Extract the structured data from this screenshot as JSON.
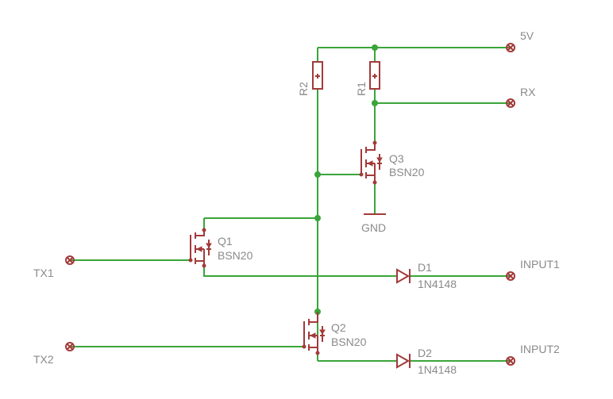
{
  "colors": {
    "background": "#ffffff",
    "wire": "#3aa53a",
    "component": "#a33a3a",
    "junction": "#3aa53a",
    "label": "#8a8a8a"
  },
  "connectors": {
    "v5": "5V",
    "rx": "RX",
    "tx1": "TX1",
    "tx2": "TX2",
    "input1": "INPUT1",
    "input2": "INPUT2"
  },
  "components": {
    "r1": "R1",
    "r2": "R2",
    "q1": {
      "name": "Q1",
      "value": "BSN20"
    },
    "q2": {
      "name": "Q2",
      "value": "BSN20"
    },
    "q3": {
      "name": "Q3",
      "value": "BSN20"
    },
    "d1": {
      "name": "D1",
      "value": "1N4148"
    },
    "d2": {
      "name": "D2",
      "value": "1N4148"
    }
  },
  "ground_label": "GND"
}
